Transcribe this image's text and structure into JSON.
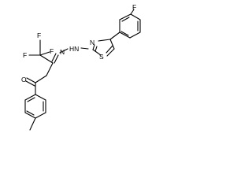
{
  "molecule": {
    "atoms": {
      "f_para": "F",
      "f_cf3_a": "F",
      "f_cf3_b": "F",
      "f_cf3_c": "F",
      "n_hydrazone_h": "HN",
      "n_hydrazone": "N",
      "n_thiazole": "N",
      "s_thiazole": "S",
      "o_ketone": "O"
    }
  }
}
